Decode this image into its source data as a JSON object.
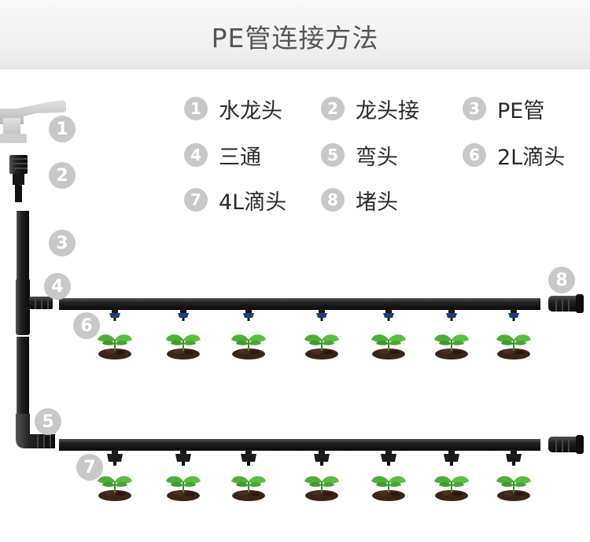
{
  "header": {
    "title": "PE管连接方法"
  },
  "legend": [
    {
      "num": "1",
      "label": "水龙头"
    },
    {
      "num": "2",
      "label": "龙头接"
    },
    {
      "num": "3",
      "label": "PE管"
    },
    {
      "num": "4",
      "label": "三通"
    },
    {
      "num": "5",
      "label": "弯头"
    },
    {
      "num": "6",
      "label": "2L滴头"
    },
    {
      "num": "7",
      "label": "4L滴头"
    },
    {
      "num": "8",
      "label": "堵头"
    }
  ],
  "markers": [
    "1",
    "2",
    "3",
    "4",
    "5",
    "6",
    "7",
    "8"
  ],
  "colors": {
    "pipe": "#1e1e1e",
    "badge": "#c8c8c8",
    "dripper_2l_accent": "#1a3f7a",
    "leaf": "#4fae3a",
    "soil": "#3a2418"
  }
}
